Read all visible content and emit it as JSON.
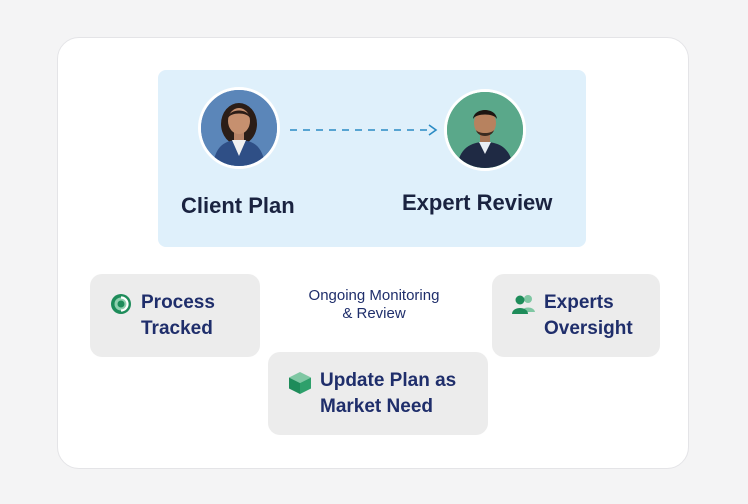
{
  "flow": {
    "client": {
      "label": "Client Plan",
      "avatar_icon": "woman-avatar-icon"
    },
    "expert": {
      "label": "Expert Review",
      "avatar_icon": "man-avatar-icon"
    },
    "connector": "dashed-arrow"
  },
  "center_label": {
    "line1": "Ongoing Monitoring",
    "line2": "& Review"
  },
  "boxes": {
    "process": {
      "line1": "Process",
      "line2": "Tracked",
      "icon": "progress-circle-icon"
    },
    "experts": {
      "line1": "Experts",
      "line2": "Oversight",
      "icon": "users-icon"
    },
    "update": {
      "line1": "Update Plan as",
      "line2": "Market Need",
      "icon": "box-icon"
    }
  },
  "colors": {
    "panel": "#dff0fb",
    "heading_dark": "#1a2340",
    "box_text": "#1f2e6b",
    "accent_green": "#1e8c5a",
    "arrow_blue": "#2a8bc4",
    "box_bg": "#ececec"
  }
}
